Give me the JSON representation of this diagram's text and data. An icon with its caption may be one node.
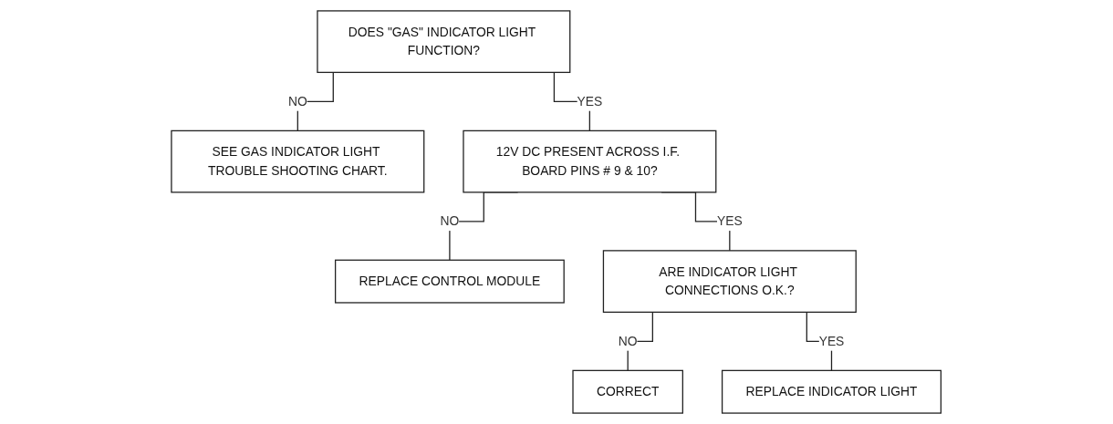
{
  "diagram": {
    "nodes": [
      {
        "text": [
          "DOES \"GAS\" INDICATOR LIGHT FUNCTION?"
        ]
      },
      {
        "text": [
          "SEE GAS INDICATOR LIGHT TROUBLE SHOOTING CHART."
        ]
      },
      {
        "text": [
          "12V DC PRESENT ACROSS I.F. BOARD PINS # 9 & 10?"
        ]
      },
      {
        "text": [
          "REPLACE CONTROL MODULE"
        ]
      },
      {
        "text": [
          "ARE INDICATOR LIGHT CONNECTIONS O.K.?"
        ]
      },
      {
        "text": [
          "CORRECT"
        ]
      },
      {
        "text": [
          "REPLACE INDICATOR LIGHT"
        ]
      }
    ],
    "edges": [
      {
        "from": 0,
        "to": 1,
        "arrow": "none",
        "label": "NO"
      },
      {
        "from": 0,
        "to": 2,
        "arrow": "none",
        "label": "YES"
      },
      {
        "from": 2,
        "to": 3,
        "arrow": "none",
        "label": "NO"
      },
      {
        "from": 2,
        "to": 4,
        "arrow": "none",
        "label": "YES"
      },
      {
        "from": 4,
        "to": 5,
        "arrow": "none",
        "label": "NO"
      },
      {
        "from": 4,
        "to": 6,
        "arrow": "none",
        "label": "YES"
      }
    ]
  }
}
